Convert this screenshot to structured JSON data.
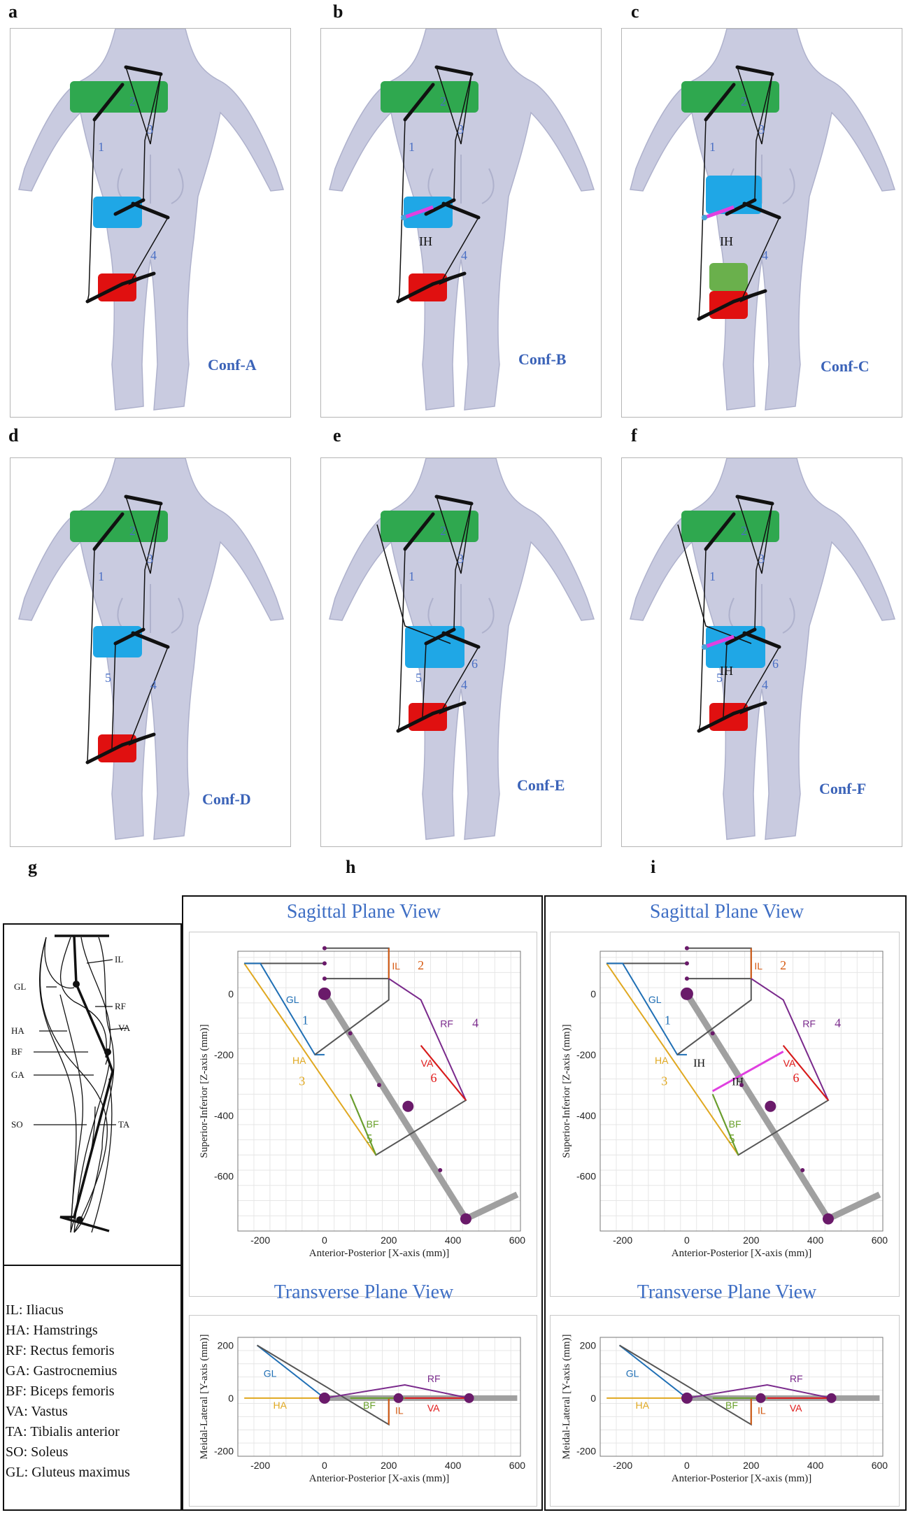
{
  "panel_labels": [
    "a",
    "b",
    "c",
    "d",
    "e",
    "f",
    "g",
    "h",
    "i"
  ],
  "configs": [
    "Conf-A",
    "Conf-B",
    "Conf-C",
    "Conf-D",
    "Conf-E",
    "Conf-F"
  ],
  "ih_label": "IH",
  "cable_numbers": [
    "1",
    "2",
    "3",
    "4",
    "5",
    "6"
  ],
  "muscle_diagram_labels": {
    "il": "IL",
    "gl": "GL",
    "rf": "RF",
    "ha": "HA",
    "va": "VA",
    "bf": "BF",
    "ga": "GA",
    "so": "SO",
    "ta": "TA"
  },
  "legend": [
    "IL: Iliacus",
    "HA: Hamstrings",
    "RF: Rectus femoris",
    "GA: Gastrocnemius",
    "BF: Biceps femoris",
    "VA: Vastus",
    "TA: Tibialis anterior",
    "SO: Soleus",
    "GL: Gluteus maximus"
  ],
  "sagittal": {
    "title": "Sagittal Plane View",
    "xlabel": "Anterior-Posterior [X-axis (mm)]",
    "ylabel": "Superior-Inferior [Z-axis (mm)]",
    "xticks": [
      "-200",
      "0",
      "200",
      "400",
      "600"
    ],
    "yticks": [
      "0",
      "-200",
      "-400",
      "-600"
    ]
  },
  "transverse": {
    "title": "Transverse Plane View",
    "xlabel": "Anterior-Posterior [X-axis (mm)]",
    "ylabel": "Meidal-Lateral [Y-axis (mm)]",
    "xticks": [
      "-200",
      "0",
      "200",
      "400",
      "600"
    ],
    "yticks": [
      "200",
      "0",
      "-200"
    ]
  },
  "muscle_tags": {
    "gl": "GL",
    "il": "IL",
    "rf": "RF",
    "ha": "HA",
    "va": "VA",
    "bf": "BF",
    "n1": "1",
    "n2": "2",
    "n3": "3",
    "n4": "4",
    "n5": "5",
    "n6": "6"
  },
  "colors": {
    "panel_blue": "#3b63b8",
    "green_band": "#2fa84f",
    "blue_band": "#1fa7e6",
    "red_band": "#e01010",
    "ih_magenta": "#e040e0",
    "gl": "#1f6fb5",
    "il": "#d65a12",
    "rf": "#7a2a8c",
    "ha": "#e0a820",
    "va": "#e01818",
    "bf": "#6aa12a",
    "bone": "#a0a0a0",
    "joint": "#6a1a6a"
  }
}
